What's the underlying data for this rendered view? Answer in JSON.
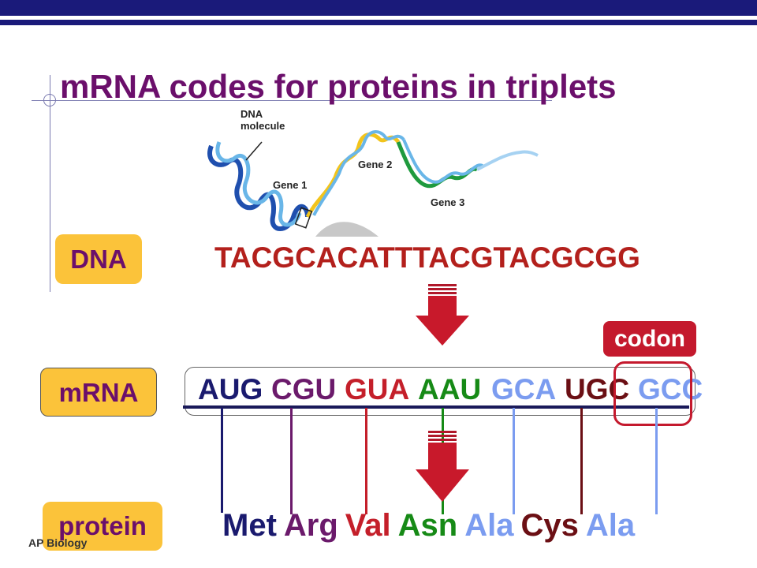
{
  "title": "mRNA codes for proteins in triplets",
  "labels": {
    "dna": "DNA",
    "mrna": "mRNA",
    "protein": "protein",
    "codon": "codon"
  },
  "dna_sequence": "TACGCACATTTACGTACGCGG",
  "mrna_codons": [
    {
      "text": "AUG",
      "color": "#1a1a6e"
    },
    {
      "text": "CGU",
      "color": "#6b1a6b"
    },
    {
      "text": "GUA",
      "color": "#c41f2a"
    },
    {
      "text": "AAU",
      "color": "#168a16"
    },
    {
      "text": "GCA",
      "color": "#7b9cf0"
    },
    {
      "text": "UGC",
      "color": "#6b0f14"
    },
    {
      "text": "GCC",
      "color": "#7b9cf0"
    }
  ],
  "amino_acids": [
    {
      "text": "Met",
      "color": "#1a1a6e"
    },
    {
      "text": "Arg",
      "color": "#6b1a6b"
    },
    {
      "text": "Val",
      "color": "#c41f2a"
    },
    {
      "text": "Asn",
      "color": "#168a16"
    },
    {
      "text": "Ala",
      "color": "#7b9cf0"
    },
    {
      "text": "Cys",
      "color": "#6b0f14"
    },
    {
      "text": "Ala",
      "color": "#7b9cf0"
    }
  ],
  "figure": {
    "molecule_label": "DNA molecule",
    "gene_labels": [
      "Gene 1",
      "Gene 2",
      "Gene 3"
    ]
  },
  "footer": "AP Biology",
  "colors": {
    "title": "#6b0f6b",
    "label_bg": "#fbc33a",
    "dna_seq": "#b3201c",
    "codon": "#c4192d",
    "header": "#1a1a7a"
  }
}
